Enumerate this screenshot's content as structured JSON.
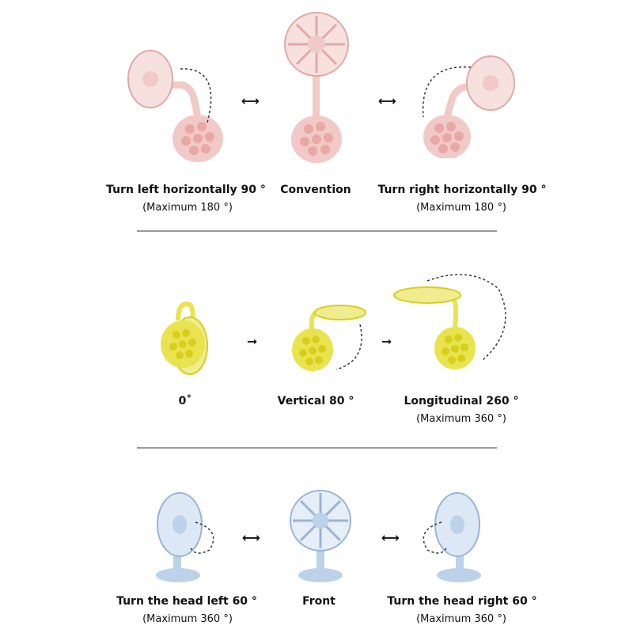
{
  "colors": {
    "pink": "#f1c9c6",
    "pink_dark": "#e2a9a5",
    "yellow": "#e9e34f",
    "yellow_dark": "#d7cf1e",
    "blue": "#bcd2ea",
    "blue_dark": "#98b5d6"
  },
  "row1": {
    "left": {
      "title": "Turn left horizontally 90 °",
      "sub": "(Maximum 180 °)"
    },
    "center": {
      "title": "Convention"
    },
    "right": {
      "title": "Turn right horizontally 90 °",
      "sub": "(Maximum 180 °)"
    },
    "arrow": "⟷"
  },
  "row2": {
    "left": {
      "title": "0˚"
    },
    "center": {
      "title": "Vertical 80 °"
    },
    "right": {
      "title": "Longitudinal 260 °",
      "sub": "(Maximum 360 °)"
    },
    "arrow": "➞"
  },
  "row3": {
    "left": {
      "title": "Turn the head left 60 °",
      "sub": "(Maximum 360 °)"
    },
    "center": {
      "title": "Front"
    },
    "right": {
      "title": "Turn the head right 60 °",
      "sub": "(Maximum 360 °)"
    },
    "arrow": "⟷"
  }
}
